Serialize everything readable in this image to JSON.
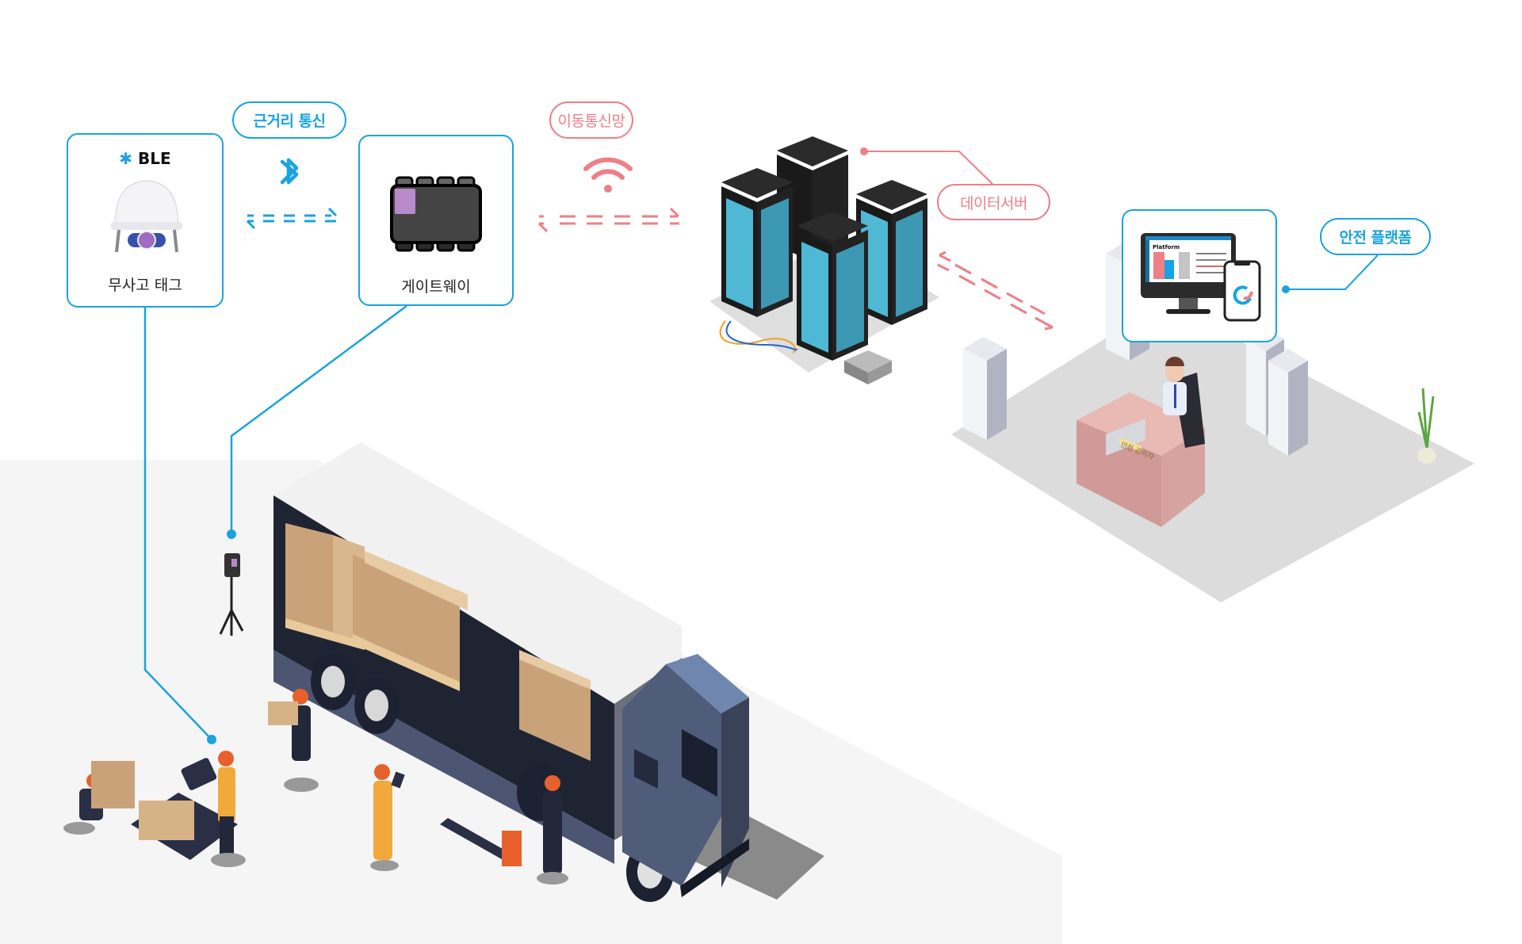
{
  "diagram": {
    "title": "무사고 태그 - 게이트웨이 - 데이터서버 - 안전 플랫폼 구성도",
    "colors": {
      "short_range": "#1aa3e0",
      "mobile_network": "#ee7f87",
      "ground": "#f5f5f5",
      "office_floor": "#dcdcdc"
    },
    "nodes": {
      "tag": {
        "protocol_icon": "bluetooth-icon",
        "protocol": "BLE",
        "device": "helmet-with-sos-tag",
        "label": "무사고 태그"
      },
      "gateway": {
        "device": "gateway-device",
        "label": "게이트웨이"
      },
      "server": {
        "label": "데이터서버"
      },
      "platform": {
        "screen_title": "Platform",
        "label": "안전 플랫폼"
      }
    },
    "links": {
      "short_range": {
        "label": "근거리 통신",
        "icon": "bluetooth-icon"
      },
      "mobile": {
        "label": "이동통신망",
        "icon": "wifi-icon"
      }
    },
    "office": {
      "desk_sign": "안전 관리자"
    },
    "site": {
      "scene": "truck-loading-dock-with-workers"
    }
  }
}
